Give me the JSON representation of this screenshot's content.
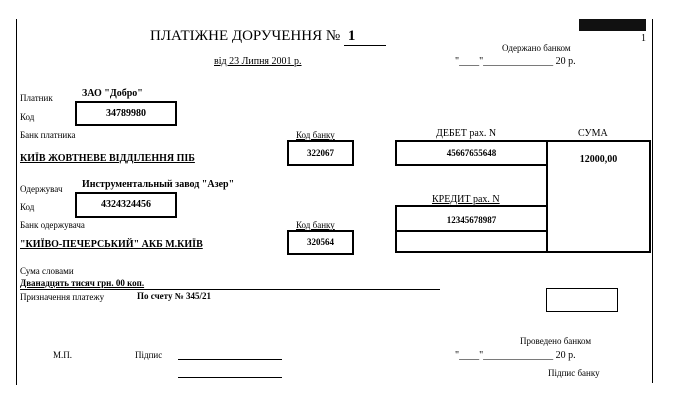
{
  "header": {
    "corner_number": "1",
    "title": "ПЛАТІЖНЕ ДОРУЧЕННЯ №",
    "doc_number": "1",
    "date_line": "від 23 Липня 2001 р.",
    "received_label": "Одержано банком",
    "received_date": "\"____\"______________ 20     р."
  },
  "payer": {
    "label": "Платник",
    "name": "ЗАО \"Добро\"",
    "code_label": "Код",
    "code": "34789980",
    "bank_label": "Банк платника",
    "bank_name": "КИЇВ ЖОВТНЕВЕ ВІДДІЛЕННЯ ПІБ",
    "bank_code_label": "Код банку",
    "bank_code": "322067"
  },
  "debit": {
    "label": "ДЕБЕТ рах. N",
    "account": "45667655648"
  },
  "sum": {
    "label": "СУМА",
    "amount": "12000,00"
  },
  "recipient": {
    "label": "Одержувач",
    "name": "Инструментальный завод \"Азер\"",
    "code_label": "Код",
    "code": "4324324456",
    "bank_label": "Банк одержувача",
    "bank_name": "\"КИЇВО-ПЕЧЕРСЬКИЙ\" АКБ М.КИЇВ",
    "bank_code_label": "Код банку",
    "bank_code": "320564"
  },
  "credit": {
    "label": "КРЕДИТ рах. N",
    "account": "12345678987"
  },
  "words": {
    "label": "Сума словами",
    "text": "Дванадцять тисяч грн. 00 коп."
  },
  "purpose": {
    "label": "Призначення платежу",
    "text": "По счету № 345/21"
  },
  "footer": {
    "stamp": "М.П.",
    "signatures_label": "Підпис",
    "processed_label": "Проведено банком",
    "processed_date": "\"____\"______________ 20     р.",
    "bank_signature": "Підпис банку"
  }
}
